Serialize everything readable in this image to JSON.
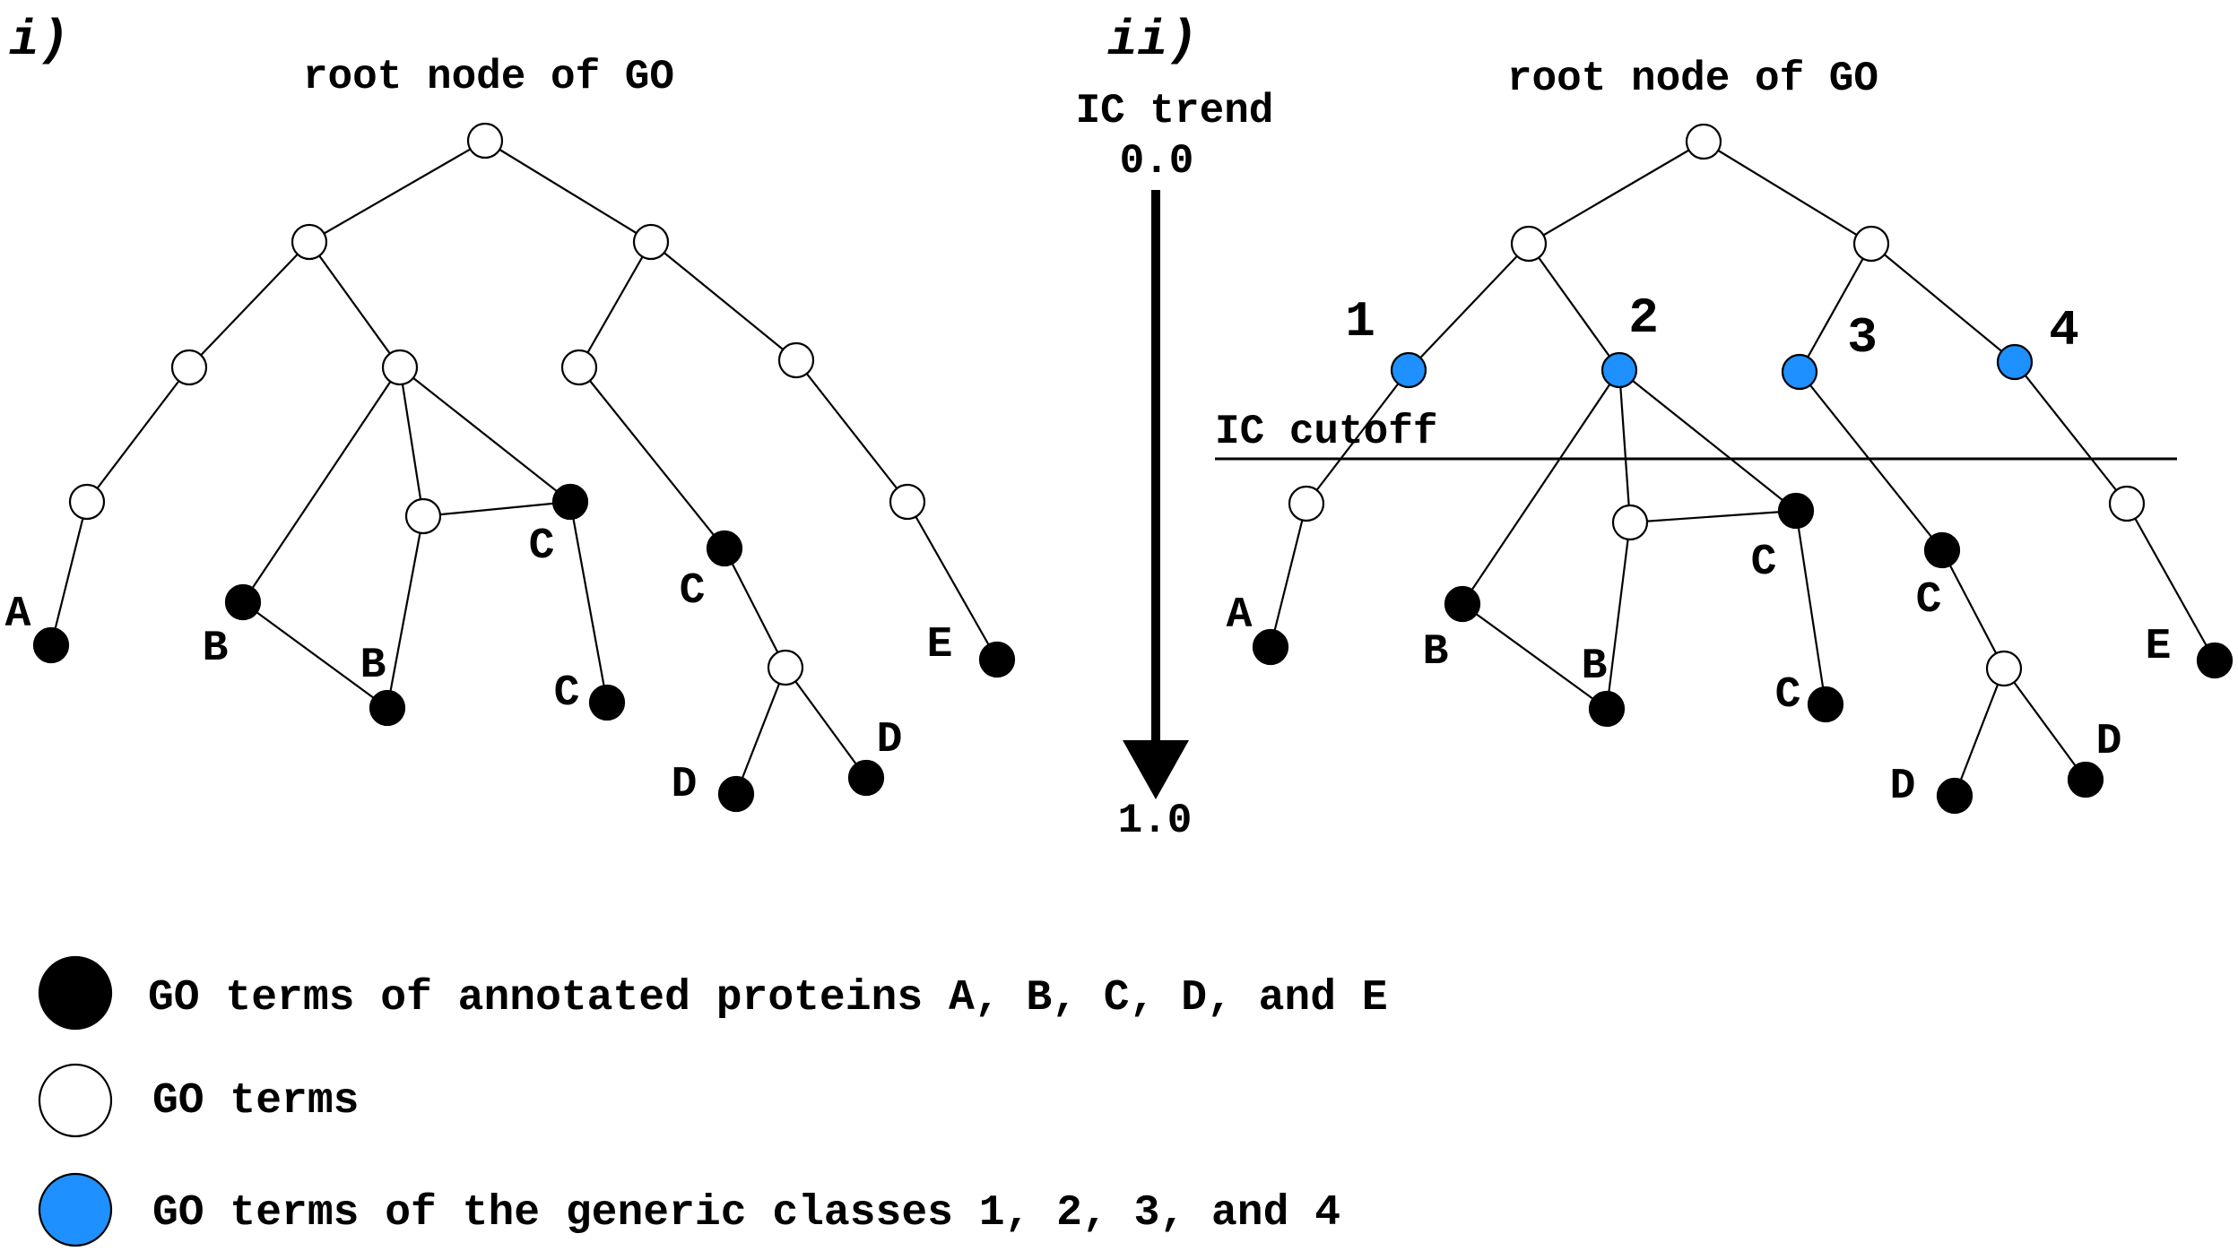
{
  "panels": {
    "left": {
      "label": "i)",
      "root_title": "root node of GO"
    },
    "right": {
      "label": "ii)",
      "root_title": "root node of GO"
    }
  },
  "ic_trend": {
    "title": "IC trend",
    "start": "0.0",
    "end": "1.0"
  },
  "ic_cutoff_label": "IC cutoff",
  "node_letters": [
    "A",
    "B",
    "C",
    "D",
    "E"
  ],
  "class_numbers": [
    "1",
    "2",
    "3",
    "4"
  ],
  "legend": [
    {
      "kind": "annotated",
      "text": "GO terms of annotated proteins A, B, C, D, and E"
    },
    {
      "kind": "term",
      "text": "GO terms"
    },
    {
      "kind": "generic",
      "text": "GO terms of the generic classes 1, 2, 3, and 4"
    }
  ],
  "colors": {
    "annotated": "#000000",
    "term": "#ffffff",
    "generic": "#1e90ff"
  }
}
